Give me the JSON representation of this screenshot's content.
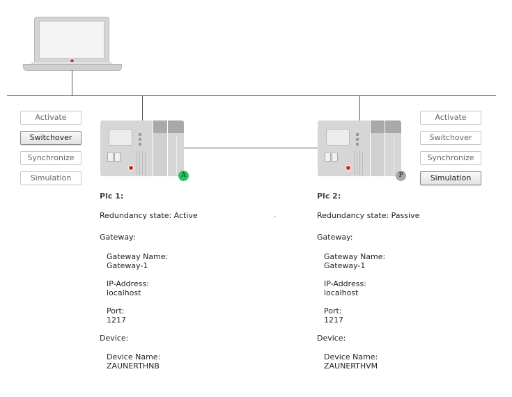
{
  "left_buttons": {
    "activate": "Activate",
    "switchover": "Switchover",
    "synchronize": "Synchronize",
    "simulation": "Simulation"
  },
  "right_buttons": {
    "activate": "Activate",
    "switchover": "Switchover",
    "synchronize": "Synchronize",
    "simulation": "Simulation"
  },
  "plc1": {
    "badge": "A",
    "badge_color": "#22c55e",
    "title": "Plc 1:",
    "redundancy": "Redundancy state: Active",
    "gateway_heading": "Gateway:",
    "gateway_name_label": "Gateway Name:",
    "gateway_name": "Gateway-1",
    "ip_label": "IP-Address:",
    "ip": "localhost",
    "port_label": "Port:",
    "port": "1217",
    "device_heading": "Device:",
    "device_name_label": "Device Name:",
    "device_name": "ZAUNERTHNB"
  },
  "plc2": {
    "badge": "P",
    "badge_color": "#a8a8a8",
    "title": "Plc 2:",
    "redundancy": "Redundancy state: Passive",
    "gateway_heading": "Gateway:",
    "gateway_name_label": "Gateway Name:",
    "gateway_name": "Gateway-1",
    "ip_label": "IP-Address:",
    "ip": "localhost",
    "port_label": "Port:",
    "port": "1217",
    "device_heading": "Device:",
    "device_name_label": "Device Name:",
    "device_name": "ZAUNERTHVM"
  },
  "stray_dot": "."
}
